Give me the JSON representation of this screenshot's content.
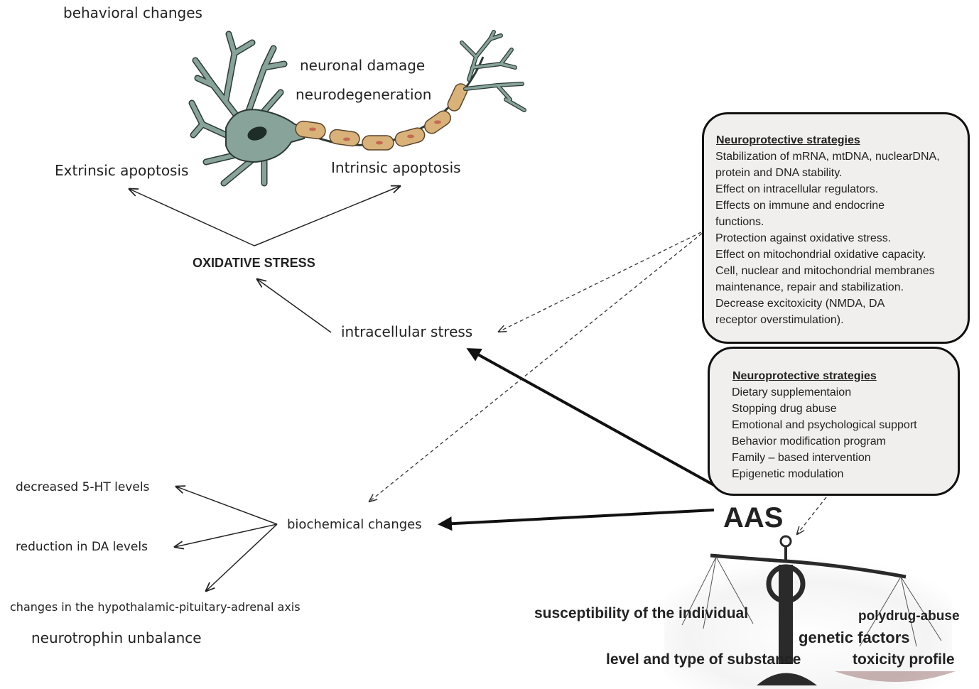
{
  "labels": {
    "behavioral_changes": "behavioral changes",
    "neuronal_damage": "neuronal damage",
    "neurodegeneration": "neurodegeneration",
    "extrinsic_apoptosis": "Extrinsic apoptosis",
    "intrinsic_apoptosis": "Intrinsic apoptosis",
    "oxidative_stress": "OXIDATIVE STRESS",
    "intracellular_stress": "intracellular stress",
    "biochemical_changes": "biochemical changes",
    "decreased_5ht": "decreased 5-HT levels",
    "reduction_da": "reduction in DA levels",
    "hpa_axis": "changes in the hypothalamic-pituitary-adrenal axis",
    "neurotrophin": "neurotrophin unbalance",
    "aas": "AAS",
    "susceptibility": "susceptibility of the individual",
    "polydrug": "polydrug-abuse",
    "genetic": "genetic factors",
    "level_type": "level and type of substance",
    "toxicity": "toxicity profile"
  },
  "box1": {
    "title": "Neuroprotective strategies",
    "items": [
      "Stabilization of mRNA, mtDNA, nuclearDNA,",
      "protein and DNA stability.",
      "Effect on intracellular regulators.",
      "Effects on immune and endocrine",
      "functions.",
      "Protection against oxidative stress.",
      "Effect on mitochondrial oxidative capacity.",
      "Cell, nuclear and mitochondrial membranes",
      "maintenance, repair and stabilization.",
      "Decrease excitoxicity (NMDA, DA",
      "receptor overstimulation)."
    ]
  },
  "box2": {
    "title": "Neuroprotective strategies",
    "items": [
      "Dietary supplementaion",
      "Stopping drug abuse",
      "Emotional  and  psychological support",
      "Behavior modification program",
      "Family – based  intervention",
      "Epigenetic modulation"
    ]
  },
  "colors": {
    "neuron_body": "#87a39a",
    "neuron_outline": "#2c3a34",
    "myelin": "#d9b27a",
    "box_fill": "#f1efee",
    "scale_metal": "#2a2a2a"
  },
  "icons": [
    "neuron-icon",
    "balance-scale-icon"
  ]
}
